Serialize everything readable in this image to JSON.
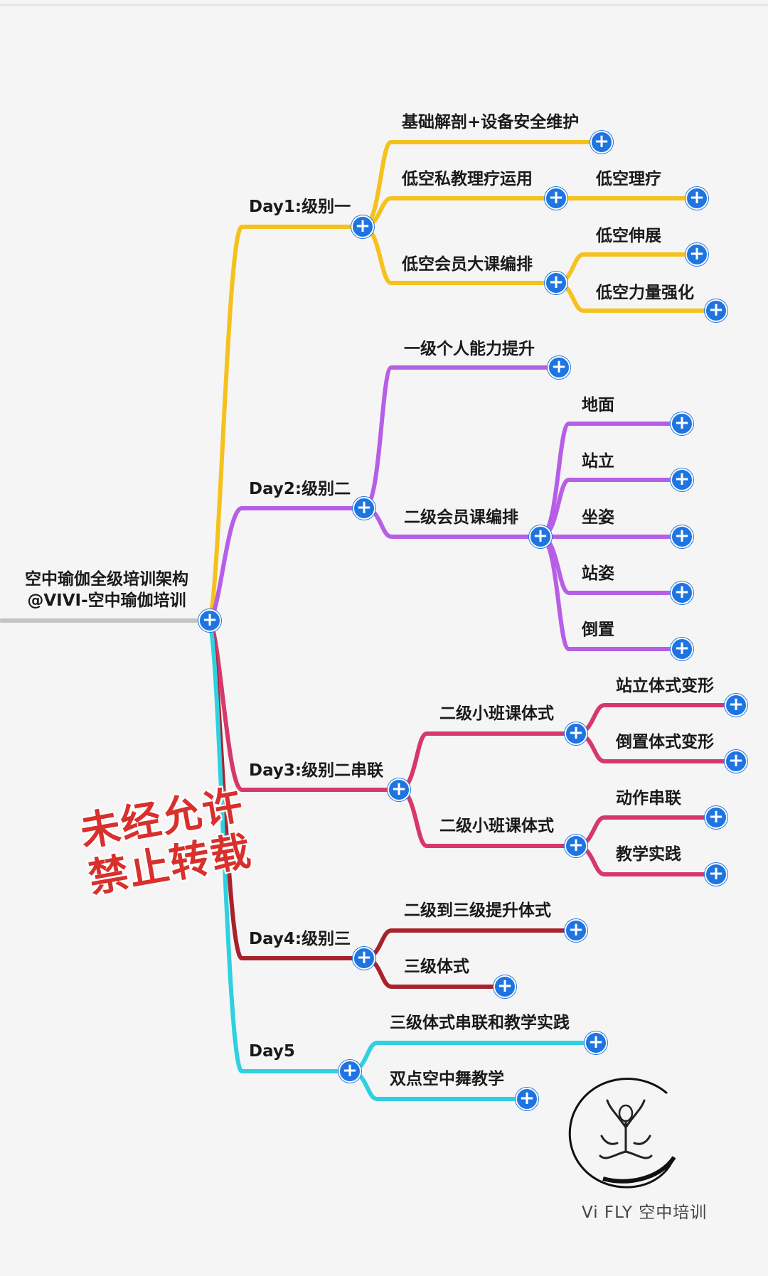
{
  "colors": {
    "day1": "#f5c11d",
    "day2": "#b75ee6",
    "day3": "#d6386c",
    "day4": "#a8222e",
    "day5": "#2fd0e0",
    "root_line": "#c4c4c4",
    "expand": "#1e74e0",
    "watermark": "#d8302c"
  },
  "icons": {
    "expand": "+"
  },
  "root": {
    "line1": "空中瑜伽全级培训架构",
    "line2": "@VIVI-空中瑜伽培训"
  },
  "day1": {
    "label": "Day1:级别一",
    "items": [
      "基础解剖+设备安全维护",
      "低空私教理疗运用",
      "低空理疗",
      "低空会员大课编排",
      "低空伸展",
      "低空力量强化"
    ]
  },
  "day2": {
    "label": "Day2:级别二",
    "items": [
      "一级个人能力提升",
      "二级会员课编排",
      "地面",
      "站立",
      "坐姿",
      "站姿",
      "倒置"
    ]
  },
  "day3": {
    "label": "Day3:级别二串联",
    "items": [
      "二级小班课体式",
      "站立体式变形",
      "倒置体式变形",
      "二级小班课体式",
      "动作串联",
      "教学实践"
    ]
  },
  "day4": {
    "label": "Day4:级别三",
    "items": [
      "二级到三级提升体式",
      "三级体式"
    ]
  },
  "day5": {
    "label": "Day5",
    "items": [
      "三级体式串联和教学实践",
      "双点空中舞教学"
    ]
  },
  "watermark": {
    "line1": "未经允许",
    "line2": "禁止转载"
  },
  "logo": {
    "text": "Vi FLY 空中培训"
  }
}
